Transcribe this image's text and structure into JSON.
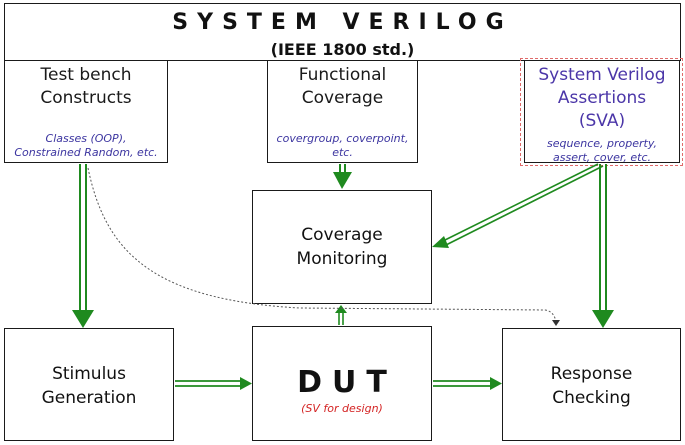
{
  "header": {
    "title": "SYSTEM VERILOG",
    "subtitle": "(IEEE 1800 std.)"
  },
  "testbench": {
    "title_line1": "Test bench",
    "title_line2": "Constructs",
    "note_line1": "Classes (OOP),",
    "note_line2": "Constrained Random, etc."
  },
  "functional_coverage": {
    "title_line1": "Functional",
    "title_line2": "Coverage",
    "note_line1": "covergroup, coverpoint,",
    "note_line2": "etc."
  },
  "sva": {
    "title_line1": "System Verilog",
    "title_line2": "Assertions",
    "title_line3": "(SVA)",
    "note_line1": "sequence, property,",
    "note_line2": "assert, cover, etc."
  },
  "coverage_monitoring": {
    "line1": "Coverage",
    "line2": "Monitoring"
  },
  "stimulus": {
    "line1": "Stimulus",
    "line2": "Generation"
  },
  "dut": {
    "label": "DUT",
    "note": "(SV for design)"
  },
  "response": {
    "line1": "Response",
    "line2": "Checking"
  },
  "colors": {
    "arrow_green": "#1f8a1f",
    "sva_purple": "#4b36a8",
    "sva_border_red": "#e06a6a",
    "dut_note_red": "#d42424"
  }
}
